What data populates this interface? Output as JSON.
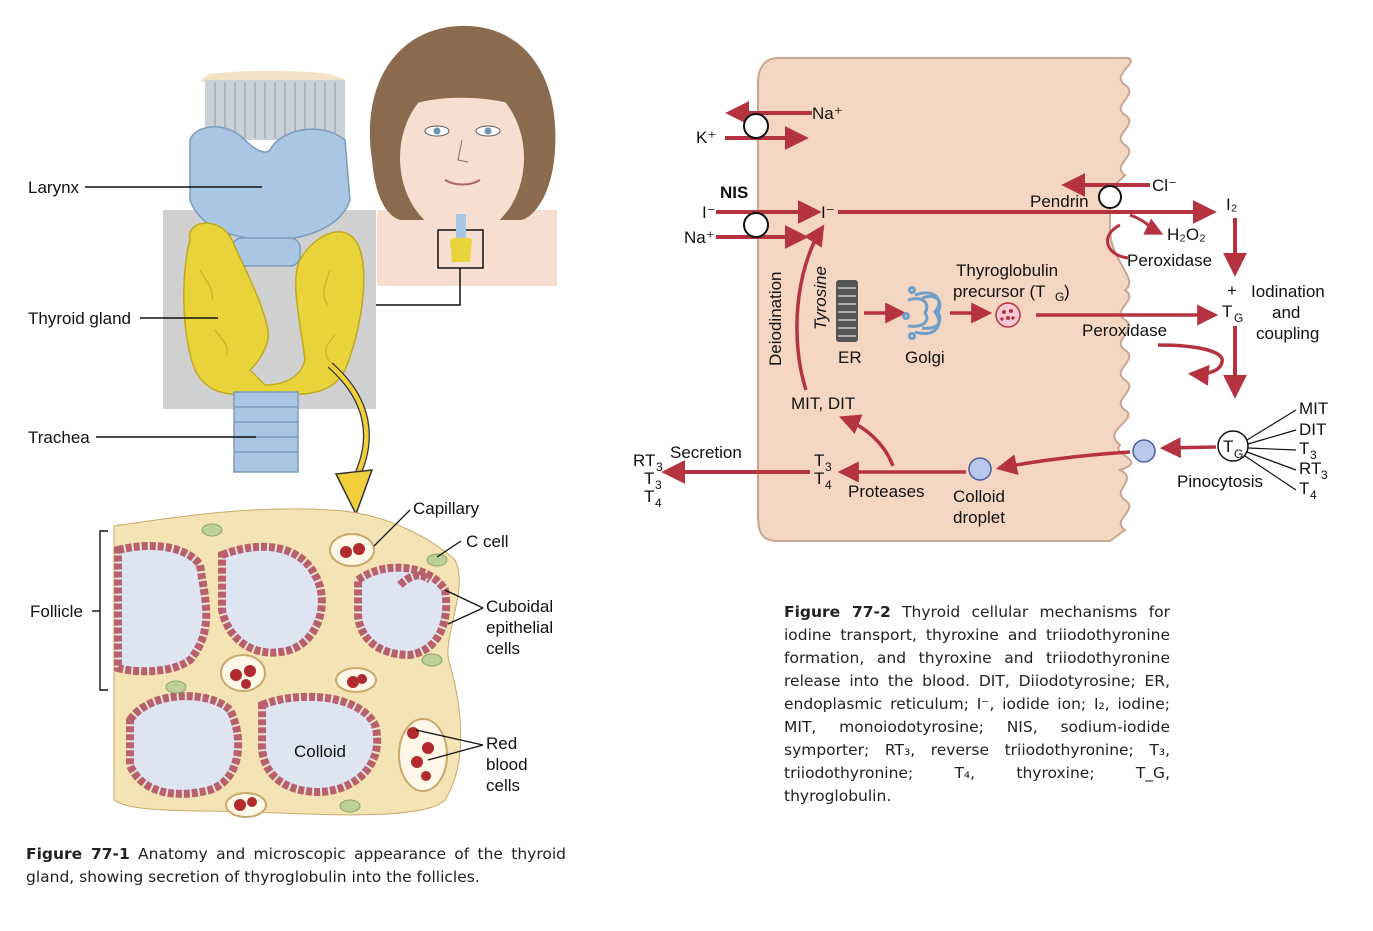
{
  "figure1": {
    "labels": {
      "larynx": "Larynx",
      "thyroid_gland": "Thyroid gland",
      "trachea": "Trachea",
      "capillary": "Capillary",
      "c_cell": "C cell",
      "follicle": "Follicle",
      "cuboidal_1": "Cuboidal",
      "cuboidal_2": "epithelial",
      "cuboidal_3": "cells",
      "colloid": "Colloid",
      "rbc_1": "Red",
      "rbc_2": "blood",
      "rbc_3": "cells"
    },
    "caption_number": "Figure 77-1",
    "caption_text": "Anatomy and microscopic appearance of the thyroid gland, showing secretion of thyroglobulin into the follicles."
  },
  "figure2": {
    "labels": {
      "na_top": "Na⁺",
      "k": "K⁺",
      "nis": "NIS",
      "i_minus_out": "I⁻",
      "i_minus_in": "I⁻",
      "na_nis": "Na⁺",
      "cl": "Cl⁻",
      "pendrin": "Pendrin",
      "i2": "I₂",
      "h2o2": "H₂O₂",
      "peroxidase_1": "Peroxidase",
      "thyroglobulin_1": "Thyroglobulin",
      "thyroglobulin_2": "precursor (T",
      "thyroglobulin_sub": "G",
      "thyroglobulin_end": ")",
      "plus": "+",
      "tg_t": "T",
      "tg_g": "G",
      "iodination_1": "Iodination",
      "iodination_2": "and",
      "iodination_3": "coupling",
      "peroxidase_2": "Peroxidase",
      "deiodination": "Deiodination",
      "tyrosine": "Tyrosine",
      "er": "ER",
      "golgi": "Golgi",
      "mit_dit": "MIT, DIT",
      "secretion": "Secretion",
      "proteases": "Proteases",
      "colloid_droplet_1": "Colloid",
      "colloid_droplet_2": "droplet",
      "pinocytosis": "Pinocytosis",
      "tg_circle_t": "T",
      "tg_circle_g": "G",
      "fan_mit": "MIT",
      "fan_dit": "DIT",
      "fan_t3": "T",
      "fan_t3_sub": "3",
      "fan_rt3": "RT",
      "fan_rt3_sub": "3",
      "fan_t4": "T",
      "fan_t4_sub": "4",
      "out_rt3": "RT",
      "out_rt3_sub": "3",
      "out_t3": "T",
      "out_t3_sub": "3",
      "out_t4": "T",
      "out_t4_sub": "4",
      "in_t3": "T",
      "in_t3_sub": "3",
      "in_t4": "T",
      "in_t4_sub": "4"
    },
    "caption_number": "Figure 77-2",
    "caption_text": "Thyroid cellular mechanisms for iodine transport, thyroxine and triiodothyronine formation, and thyroxine and triiodothyronine release into the blood. DIT, Diiodotyrosine; ER, endoplasmic reticulum; I⁻, iodide ion; I₂, iodine; MIT, monoiodotyrosine; NIS, sodium-iodide symporter; RT₃, reverse triiodothyronine; T₃, triiodothyronine; T₄, thyroxine; T_G, thyroglobulin."
  },
  "colors": {
    "arrow_red": "#b5323f",
    "cell_fill": "#f4d6c3",
    "thyroid_yellow": "#e8d43a",
    "cartilage_blue": "#a9c6e4",
    "follicle_colloid": "#dfe4f2",
    "follicle_cell": "#c96f78",
    "rbc": "#b02a2e",
    "gray_box": "#d0d0d0"
  }
}
